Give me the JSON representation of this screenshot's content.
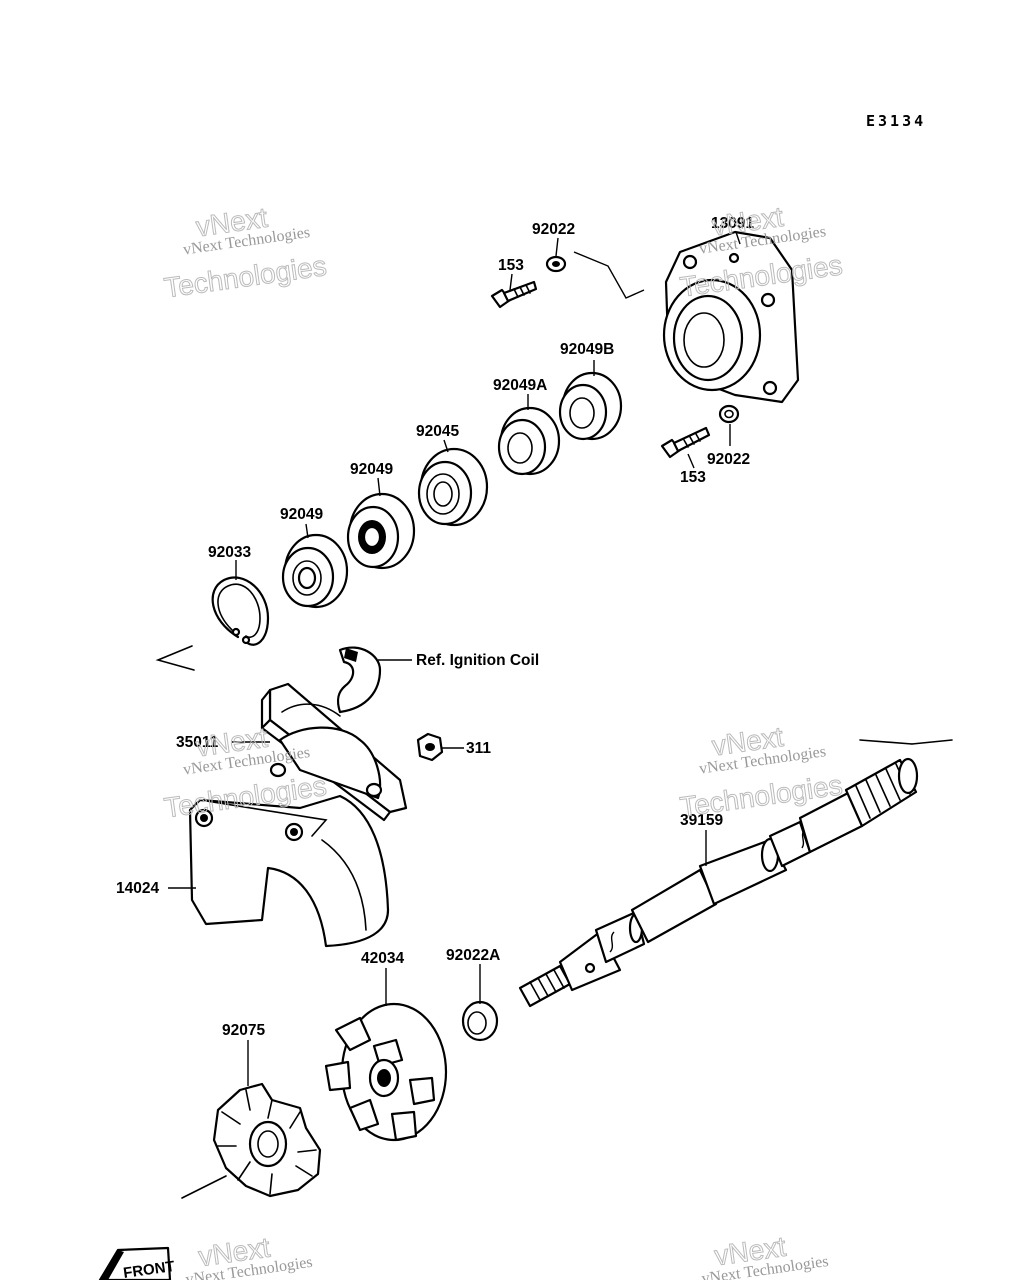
{
  "diagram_code": "E3134",
  "labels": {
    "p92022_top": "92022",
    "p153_top": "153",
    "p13091": "13091",
    "p92049B": "92049B",
    "p92049A": "92049A",
    "p92045": "92045",
    "p92049_upper": "92049",
    "p92049_lower": "92049",
    "p92033": "92033",
    "p153_bottom": "153",
    "p92022_bottom": "92022",
    "ref_ignition_coil": "Ref. Ignition Coil",
    "p35011": "35011",
    "p311": "311",
    "p14024": "14024",
    "p39159": "39159",
    "p42034": "42034",
    "p92022A": "92022A",
    "p92075": "92075"
  },
  "front_marker": "FRONT",
  "watermark": {
    "line1": "vNext Technologies",
    "line2": "vNext",
    "line3": "Technologies"
  }
}
